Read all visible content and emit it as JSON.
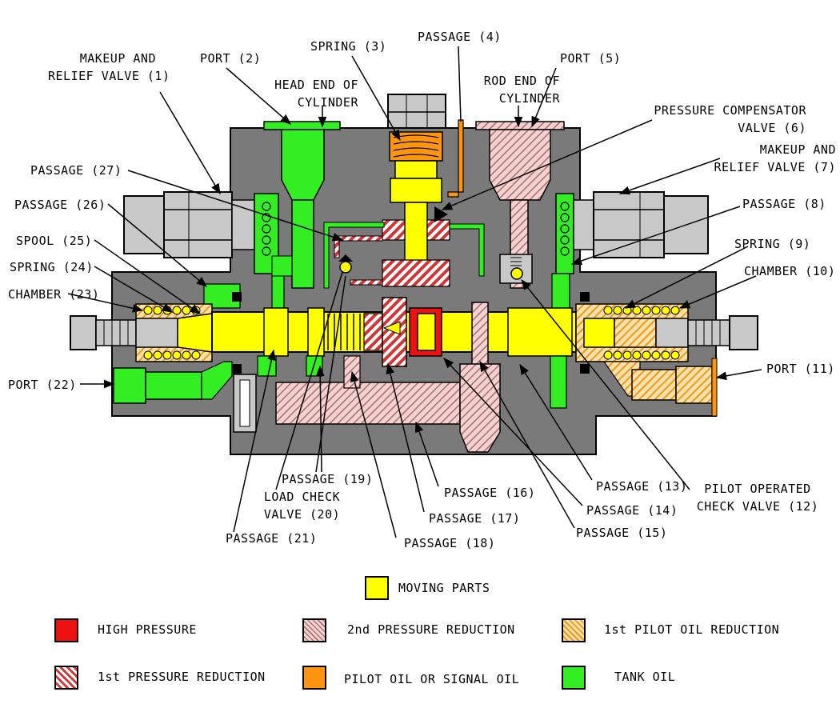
{
  "colors": {
    "moving_parts": "#ffff00",
    "high_pressure": "#ee1111",
    "second_pressure_reduction": "#f2c8c8",
    "first_pilot_oil_reduction": "#f6b54a",
    "first_pressure_reduction": "#d23535",
    "pilot_oil": "#ff9411",
    "tank_oil": "#33ee22",
    "body": "#7a7a7a",
    "component": "#c8c8c8"
  },
  "callouts": {
    "makeup_relief_1": "MAKEUP AND\nRELIEF VALVE (1)",
    "port_2": "PORT (2)",
    "spring_3": "SPRING (3)",
    "passage_4": "PASSAGE (4)",
    "port_5": "PORT (5)",
    "head_end": "HEAD END OF\nCYLINDER",
    "rod_end": "ROD END OF\nCYLINDER",
    "pressure_comp_6": "PRESSURE COMPENSATOR\nVALVE (6)",
    "makeup_relief_7": "MAKEUP AND\nRELIEF VALVE (7)",
    "passage_27": "PASSAGE (27)",
    "passage_26": "PASSAGE (26)",
    "passage_8": "PASSAGE (8)",
    "spool_25": "SPOOL (25)",
    "spring_9": "SPRING (9)",
    "spring_24": "SPRING (24)",
    "chamber_10": "CHAMBER (10)",
    "chamber_23": "CHAMBER (23)",
    "port_22": "PORT (22)",
    "port_11": "PORT (11)",
    "passage_19": "PASSAGE (19)",
    "load_check_20": "LOAD CHECK\nVALVE (20)",
    "passage_21": "PASSAGE (21)",
    "passage_18": "PASSAGE (18)",
    "passage_17": "PASSAGE (17)",
    "passage_16": "PASSAGE (16)",
    "passage_15": "PASSAGE (15)",
    "passage_14": "PASSAGE (14)",
    "passage_13": "PASSAGE (13)",
    "pilot_check_12": "PILOT OPERATED\nCHECK VALVE (12)"
  },
  "legend": {
    "moving_parts": "MOVING PARTS",
    "high_pressure": "HIGH PRESSURE",
    "second_pressure_reduction": "2nd PRESSURE REDUCTION",
    "first_pilot_oil_reduction": "1st PILOT OIL REDUCTION",
    "first_pressure_reduction": "1st PRESSURE REDUCTION",
    "pilot_oil": "PILOT OIL OR SIGNAL OIL",
    "tank_oil": "TANK OIL"
  }
}
